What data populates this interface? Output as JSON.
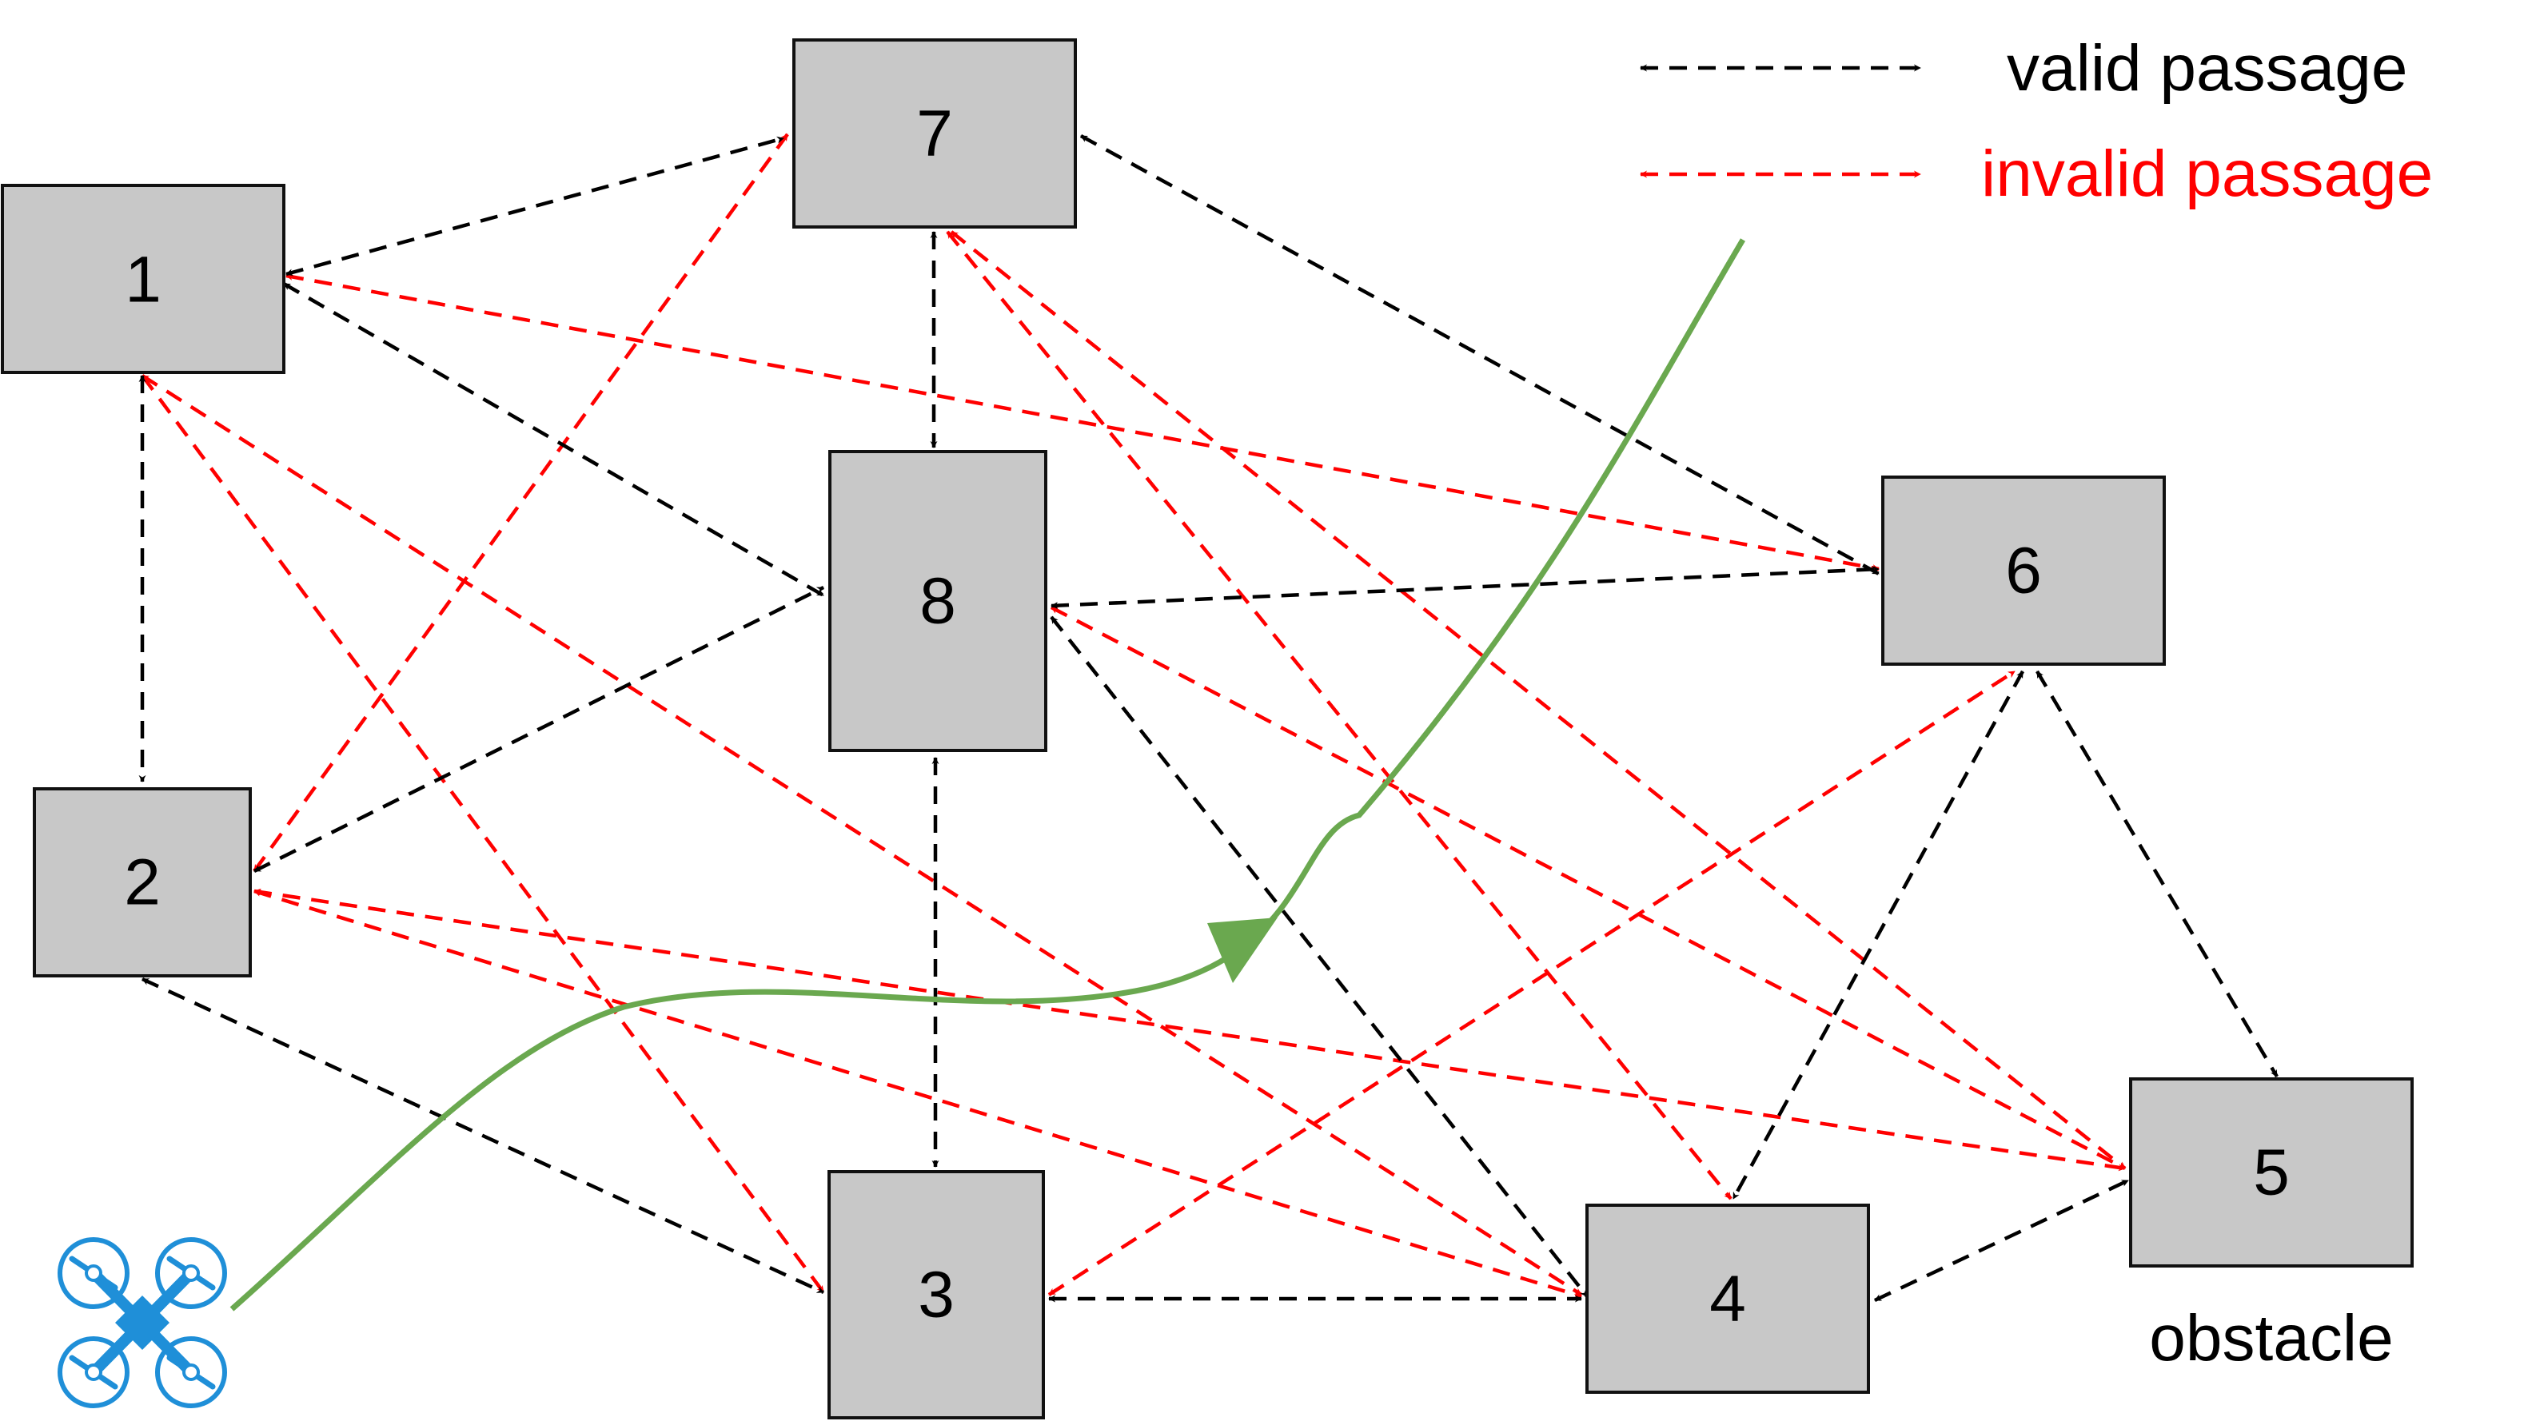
{
  "obstacles": [
    {
      "id": "1",
      "label": "1"
    },
    {
      "id": "2",
      "label": "2"
    },
    {
      "id": "3",
      "label": "3"
    },
    {
      "id": "4",
      "label": "4"
    },
    {
      "id": "5",
      "label": "5"
    },
    {
      "id": "6",
      "label": "6"
    },
    {
      "id": "7",
      "label": "7"
    },
    {
      "id": "8",
      "label": "8"
    }
  ],
  "caption": "obstacle",
  "legend": {
    "valid": {
      "label": "valid passage",
      "color": "#000000"
    },
    "invalid": {
      "label": "invalid passage",
      "color": "#ff0000"
    }
  },
  "colors": {
    "box_fill": "#c8c8c8",
    "flight_path": "#6aa84f",
    "drone": "#1f8fd8"
  },
  "edges_valid": [
    [
      "1",
      "7"
    ],
    [
      "1",
      "8"
    ],
    [
      "1",
      "2"
    ],
    [
      "2",
      "8"
    ],
    [
      "2",
      "3"
    ],
    [
      "7",
      "8"
    ],
    [
      "7",
      "6"
    ],
    [
      "8",
      "6"
    ],
    [
      "8",
      "3"
    ],
    [
      "8",
      "4"
    ],
    [
      "3",
      "4"
    ],
    [
      "6",
      "4"
    ],
    [
      "6",
      "5"
    ],
    [
      "4",
      "5"
    ]
  ],
  "edges_invalid": [
    [
      "1",
      "6"
    ],
    [
      "1",
      "3"
    ],
    [
      "1",
      "4"
    ],
    [
      "2",
      "7"
    ],
    [
      "2",
      "4"
    ],
    [
      "2",
      "5"
    ],
    [
      "7",
      "4"
    ],
    [
      "7",
      "5"
    ],
    [
      "8",
      "5"
    ],
    [
      "3",
      "6"
    ]
  ],
  "icons": {
    "drone": "quadcopter-drone-icon"
  }
}
